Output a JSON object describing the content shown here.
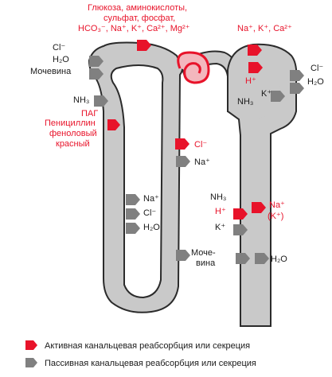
{
  "colors": {
    "tubule_fill": "#c9c9c9",
    "tubule_outline": "#2b2b2b",
    "active_arrow": "#e8132a",
    "passive_arrow": "#808080",
    "red_text": "#e8132a",
    "black_text": "#1a1a1a"
  },
  "labels": {
    "top_red_line1": "Глюкоза, аминокислоты,",
    "top_red_line2": "сульфат, фосфат,",
    "top_red_line3": "HCO₃⁻, Na⁺, K⁺, Ca²⁺, Mg²⁺",
    "top_right_red": "Na⁺, K⁺, Ca²⁺",
    "left_cl": "Cl⁻",
    "left_h2o": "H₂O",
    "left_urea": "Мочевина",
    "left_nh3": "NH₃",
    "pag_line1": "ПАГ",
    "pag_line2": "Пенициллин",
    "pag_line3": "феноловый",
    "pag_line4": "красный",
    "mid_cl_red": "Cl⁻",
    "mid_na": "Na⁺",
    "desc_na": "Na⁺",
    "desc_cl": "Cl⁻",
    "desc_h2o": "H₂O",
    "dist_h_red": "H⁺",
    "dist_k": "K⁺",
    "dist_nh3": "NH₃",
    "right_cl": "Cl⁻",
    "right_h2o": "H₂O",
    "cd_nh3": "NH₃",
    "cd_h_red": "H⁺",
    "cd_k": "K⁺",
    "cd_na_red": "Na⁺",
    "cd_k_red": "(K⁺)",
    "urea2_line1": "Моче-",
    "urea2_line2": "вина",
    "cd_h2o": "H₂O"
  },
  "legend": {
    "active": "Активная канальцевая реабсорбция или секреция",
    "passive": "Пассивная канальцевая реабсорбция или секреция"
  }
}
